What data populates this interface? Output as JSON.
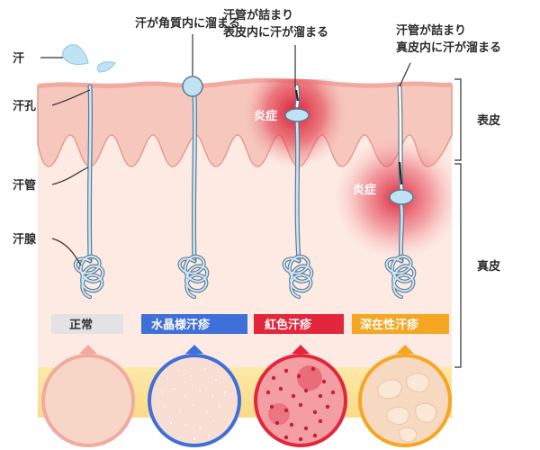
{
  "labels": {
    "sweat": "汗",
    "pore": "汗孔",
    "duct": "汗管",
    "gland": "汗腺",
    "epidermis": "表皮",
    "dermis": "真皮"
  },
  "annotations": {
    "a1": "汗が角質内に溜まる",
    "a2_line1": "汗管が詰まり",
    "a2_line2": "表皮内に汗が溜まる",
    "a3_line1": "汗管が詰まり",
    "a3_line2": "真皮内に汗が溜まる",
    "inflammation": "炎症"
  },
  "types": [
    {
      "name": "正常",
      "color": "#e3e3e3",
      "text_color": "#333333"
    },
    {
      "name": "水晶様汗疹",
      "color": "#3f6fd8",
      "text_color": "#ffffff"
    },
    {
      "name": "紅色汗疹",
      "color": "#e3263c",
      "text_color": "#ffffff"
    },
    {
      "name": "深在性汗疹",
      "color": "#f5a623",
      "text_color": "#ffffff"
    }
  ]
}
